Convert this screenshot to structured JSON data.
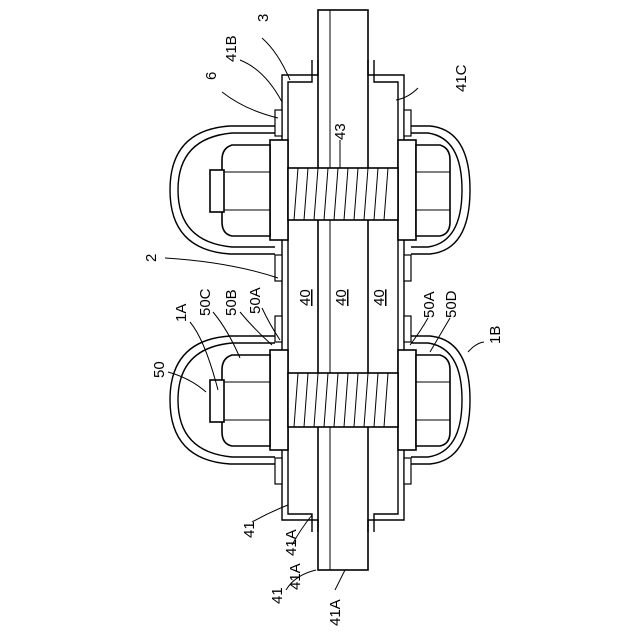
{
  "figure": {
    "labels": {
      "l3": "3",
      "l41B": "41B",
      "l41C": "41C",
      "l6": "6",
      "l43": "43",
      "l2": "2",
      "l40a": "40",
      "l40b": "40",
      "l40c": "40",
      "l1A": "1A",
      "l50C": "50C",
      "l50B": "50B",
      "l50A_left": "50A",
      "l50A_right": "50A",
      "l50D": "50D",
      "l1B": "1B",
      "l50": "50",
      "l41_mid": "41",
      "l41A_a": "41A",
      "l41_low": "41",
      "l41A_b": "41A",
      "l41A_c": "41A"
    }
  }
}
